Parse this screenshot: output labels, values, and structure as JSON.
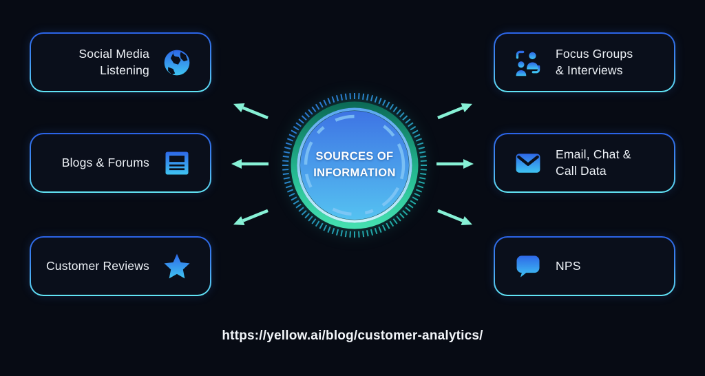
{
  "diagram": {
    "center": {
      "lines": [
        "SOURCES OF",
        "INFORMATION"
      ]
    },
    "left_boxes": [
      {
        "lines": [
          "Social Media",
          "Listening"
        ],
        "icon": "globe-icon"
      },
      {
        "lines": [
          "Blogs & Forums"
        ],
        "icon": "news-icon"
      },
      {
        "lines": [
          "Customer Reviews"
        ],
        "icon": "star-icon"
      }
    ],
    "right_boxes": [
      {
        "lines": [
          "Focus Groups",
          "& Interviews"
        ],
        "icon": "people-icon"
      },
      {
        "lines": [
          "Email, Chat &",
          "Call Data"
        ],
        "icon": "envelope-icon"
      },
      {
        "lines": [
          "NPS"
        ],
        "icon": "chat-bubble-icon"
      }
    ],
    "caption": "https://yellow.ai/blog/customer-analytics/"
  },
  "colors": {
    "background": "#070b14",
    "box_background": "#0a0f1b",
    "box_border_top": "#2b63e8",
    "box_border_bottom": "#62e6f5",
    "icon_gradient_top": "#2e68e8",
    "icon_gradient_bottom": "#3fc4f2",
    "arrow": "#87f1d6",
    "tick_ring_blue": "#2f6fe0",
    "tick_ring_teal": "#1fb79b",
    "teal_ring_top": "#0c6b57",
    "teal_ring_bottom": "#45e0b0",
    "inner_circle_top": "#3e74e4",
    "inner_circle_bottom": "#55c2f1",
    "text": "#eef2f7"
  }
}
